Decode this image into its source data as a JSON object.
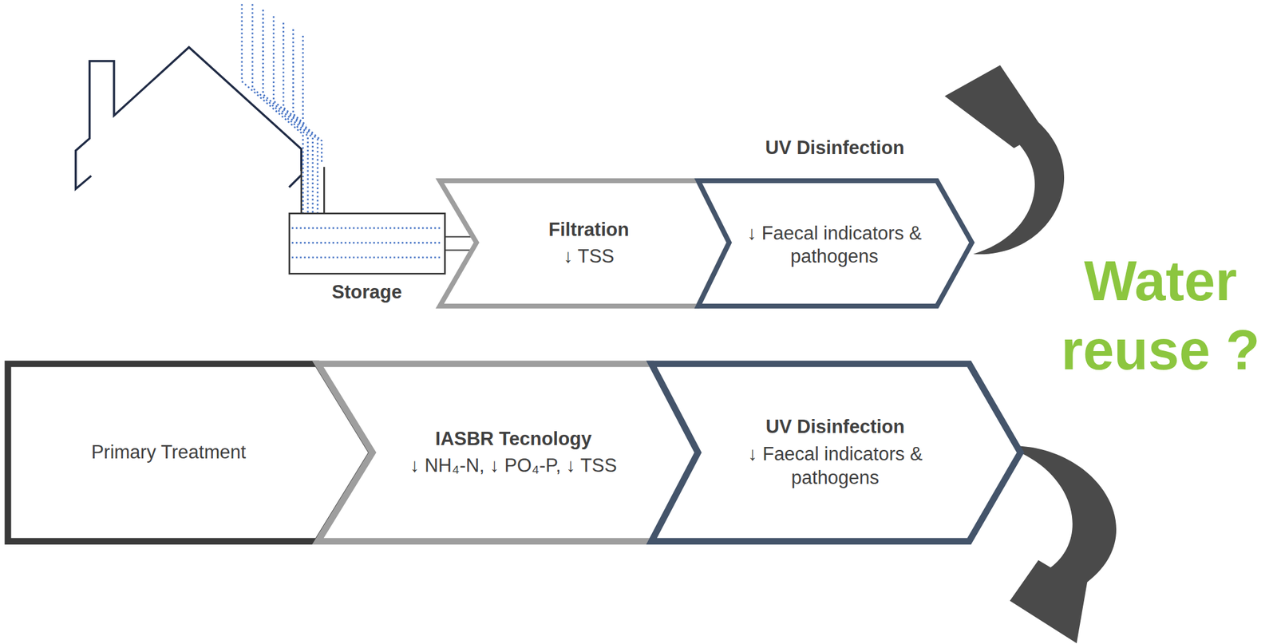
{
  "diagram": {
    "nodes": [
      {
        "text": [
          "Storage"
        ]
      },
      {
        "text": [
          "Filtration",
          "↓ TSS"
        ]
      },
      {
        "text": [
          "UV Disinfection",
          "↓ Faecal indicators & pathogens"
        ]
      },
      {
        "text": [
          "Primary Treatment"
        ]
      },
      {
        "text": [
          "IASBR Tecnology",
          "↓ NH₄-N, ↓ PO₄-P, ↓ TSS"
        ]
      },
      {
        "text": [
          "UV Disinfection",
          "↓ Faecal indicators & pathogens"
        ]
      }
    ],
    "edges": [
      {
        "from": 0,
        "to": 1,
        "arrow": "none"
      }
    ],
    "labels": [
      "Water reuse ?"
    ]
  }
}
